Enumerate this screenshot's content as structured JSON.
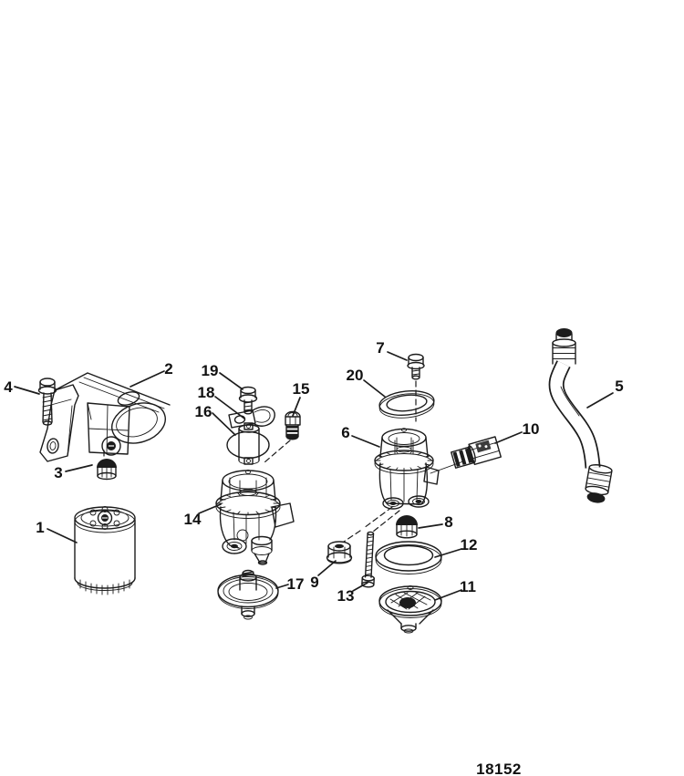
{
  "figure": {
    "part_number": "18152"
  },
  "colors": {
    "ink": "#1c1c1c",
    "background": "#ffffff"
  },
  "callouts": [
    {
      "label": "1"
    },
    {
      "label": "2"
    },
    {
      "label": "3"
    },
    {
      "label": "4"
    },
    {
      "label": "5"
    },
    {
      "label": "6"
    },
    {
      "label": "7"
    },
    {
      "label": "8"
    },
    {
      "label": "9"
    },
    {
      "label": "10"
    },
    {
      "label": "11"
    },
    {
      "label": "12"
    },
    {
      "label": "13"
    },
    {
      "label": "14"
    },
    {
      "label": "15"
    },
    {
      "label": "16"
    },
    {
      "label": "17"
    },
    {
      "label": "18"
    },
    {
      "label": "19"
    },
    {
      "label": "20"
    }
  ]
}
